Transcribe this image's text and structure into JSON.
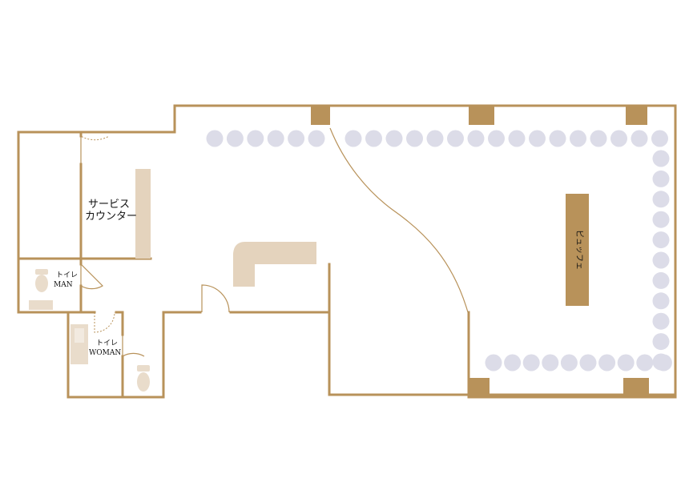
{
  "colors": {
    "wall": "#b8925a",
    "column": "#b8925a",
    "counter": "#e4d3bd",
    "buffet": "#b8925a",
    "seat": "#dcdce8",
    "fixture": "#e9dccb"
  },
  "labels": {
    "service_counter_line1": "サービス",
    "service_counter_line2": "カウンター",
    "toilet_man_line1": "トイレ",
    "toilet_man_line2": "MAN",
    "toilet_woman_line1": "トイレ",
    "toilet_woman_line2": "WOMAN",
    "buffet": "ビュッフェ"
  },
  "seating": {
    "top_left_row_count": 6,
    "top_right_row_count": 16,
    "right_column_count": 11,
    "bottom_row_count": 10
  }
}
